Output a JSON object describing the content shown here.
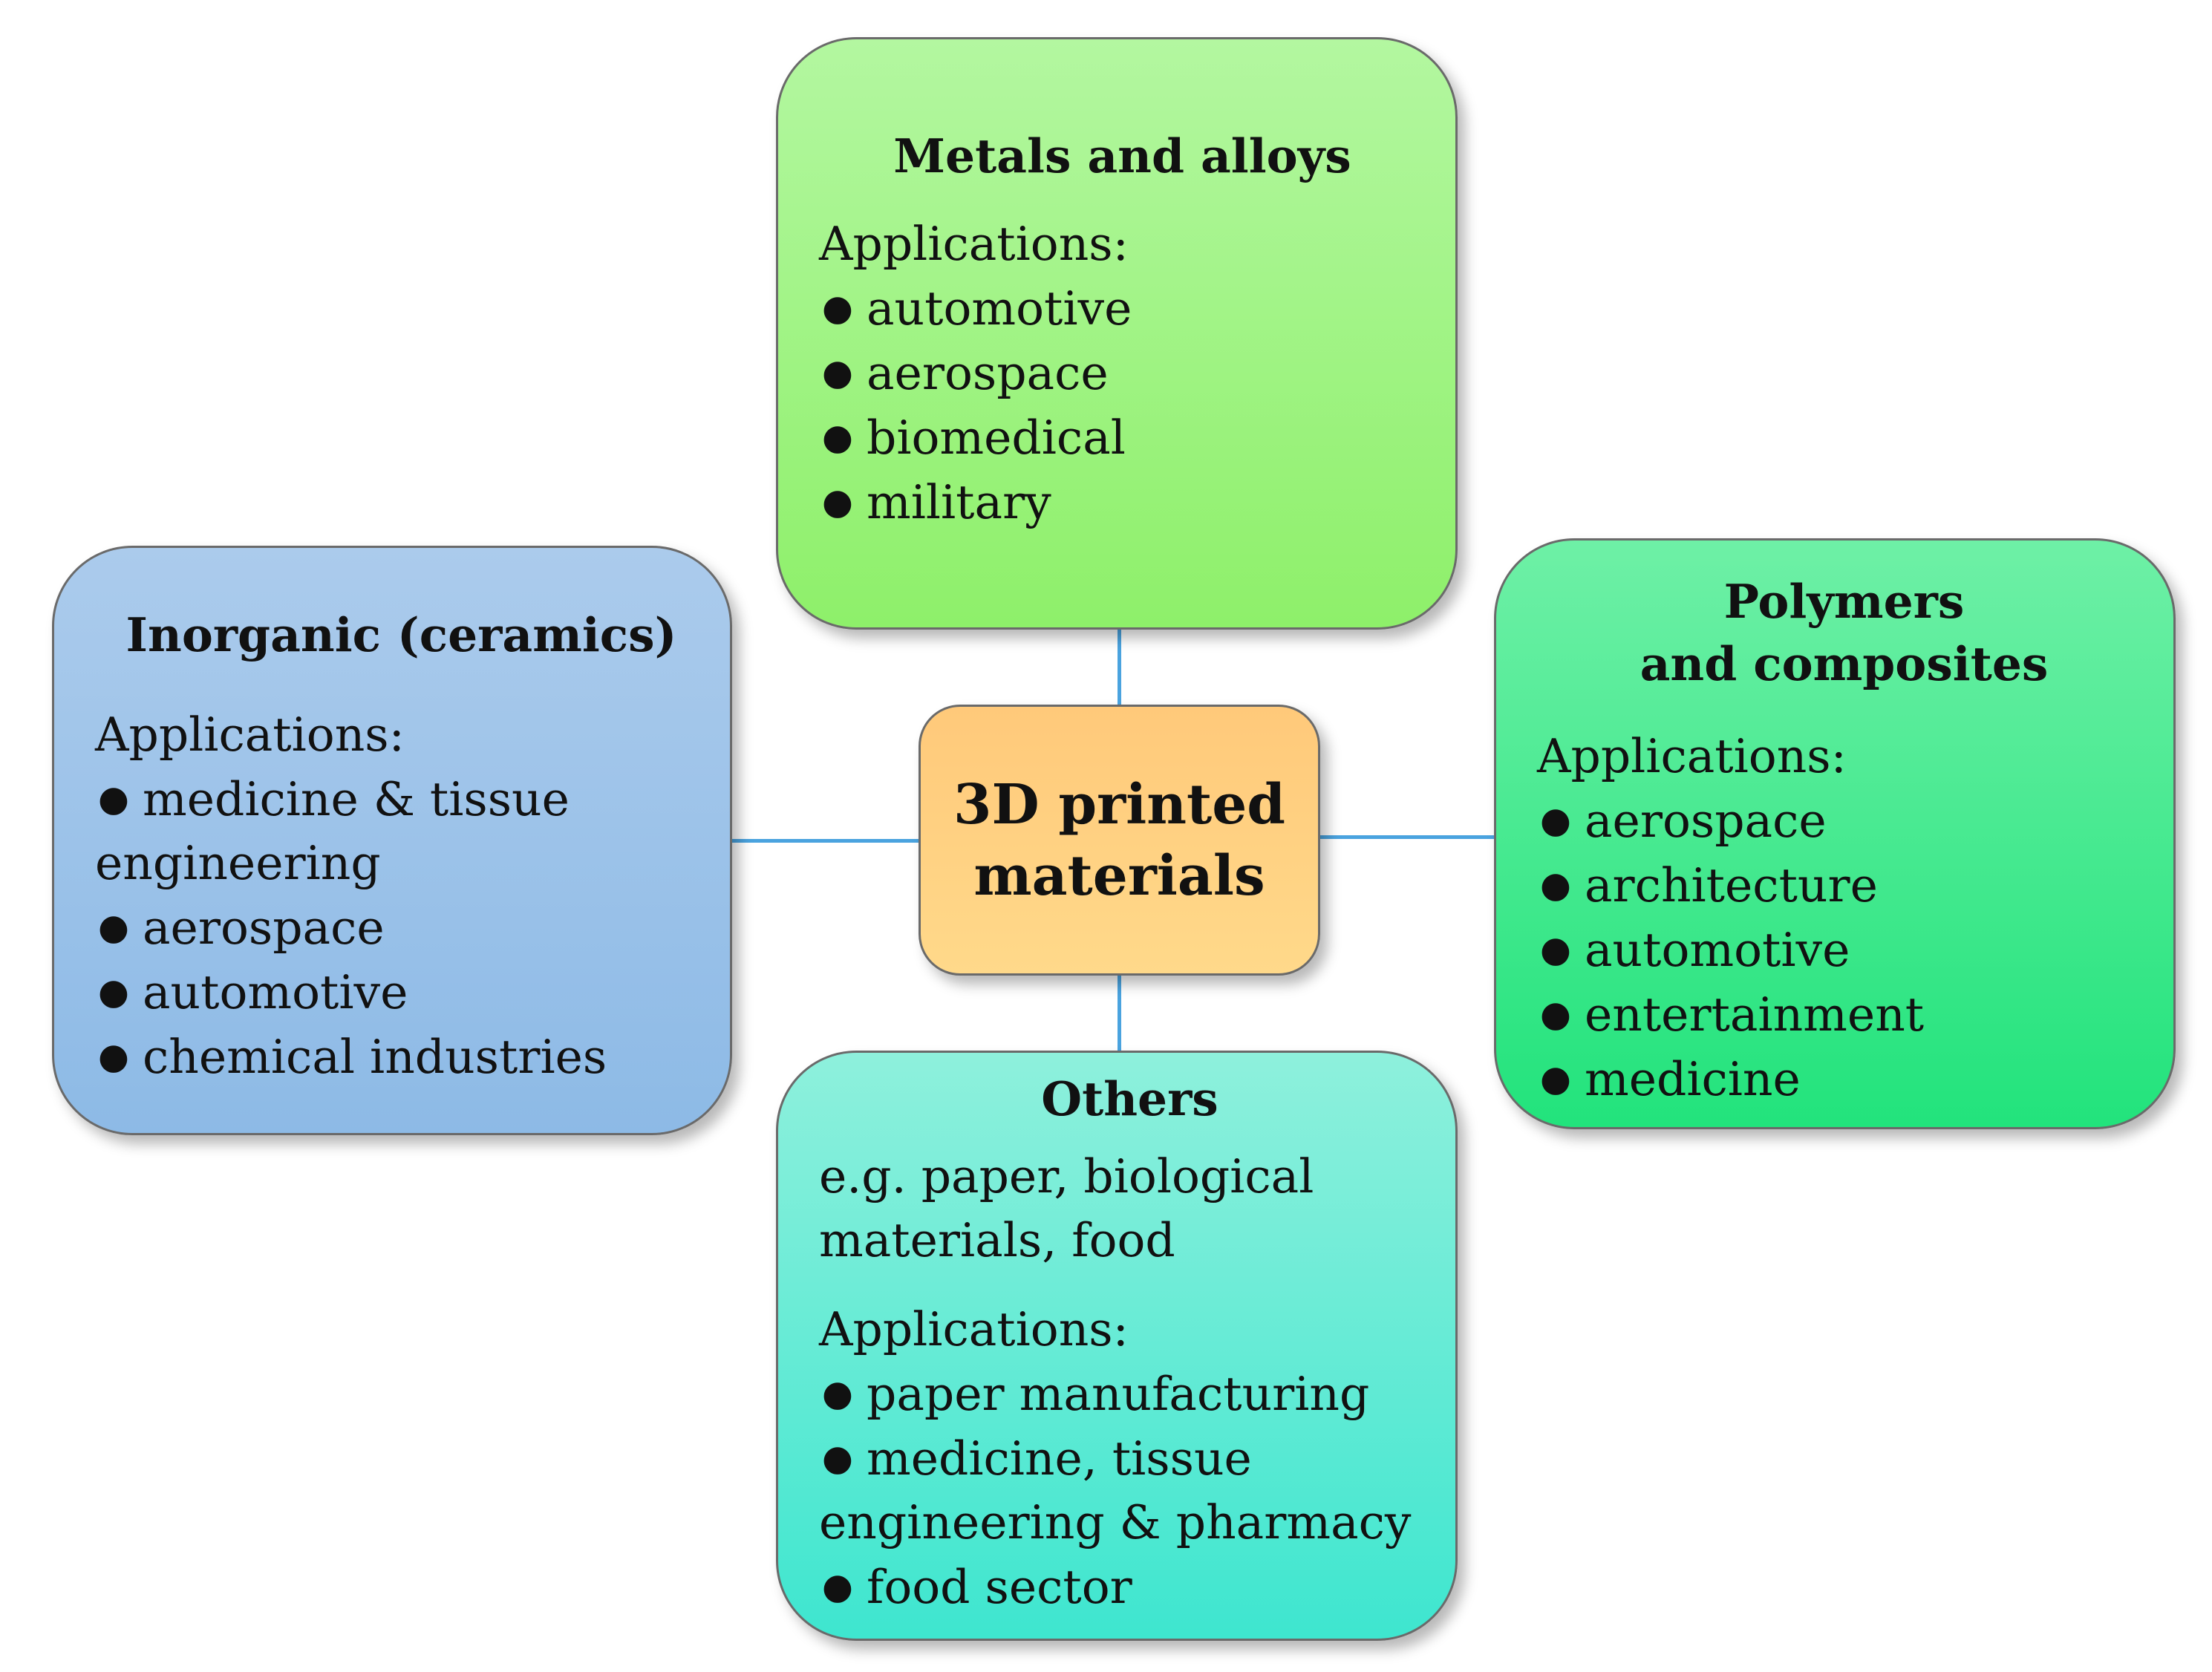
{
  "center": {
    "title_line1": "3D printed",
    "title_line2": "materials"
  },
  "metals": {
    "title": "Metals and alloys",
    "applications_label": "Applications:",
    "items": [
      "automotive",
      "aerospace",
      "biomedical",
      "military"
    ]
  },
  "inorganic": {
    "title": "Inorganic (ceramics)",
    "applications_label": "Applications:",
    "items": [
      "medicine & tissue engineering",
      "aerospace",
      "automotive",
      "chemical industries"
    ]
  },
  "polymers": {
    "title_line1": "Polymers",
    "title_line2": "and composites",
    "applications_label": "Applications:",
    "items": [
      "aerospace",
      "architecture",
      "automotive",
      "entertainment",
      "medicine"
    ]
  },
  "others": {
    "title": "Others",
    "examples": "e.g. paper, biological materials, food",
    "applications_label": "Applications:",
    "items": [
      "paper manufacturing",
      "medicine, tissue engineering & pharmacy",
      "food sector"
    ]
  },
  "bullet_glyph": "●",
  "colors": {
    "metals": "#8ef06a",
    "inorganic": "#8dbae6",
    "polymers": "#22e37c",
    "others": "#3ee6cf",
    "center": "#ffd07f",
    "connector": "#4aa3df"
  }
}
